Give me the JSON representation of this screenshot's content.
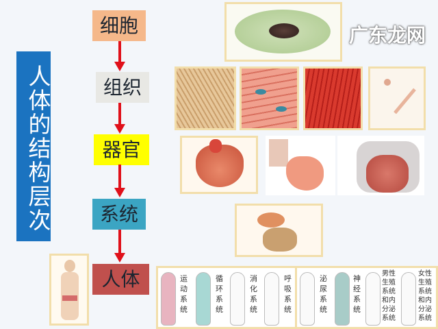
{
  "title": "人体的结构层次",
  "levels": [
    "细胞",
    "组织",
    "器官",
    "系统",
    "人体"
  ],
  "level_colors": [
    "#f5b88a",
    "#e8e8e4",
    "#ffff00",
    "#3ba5c3",
    "#c0504d"
  ],
  "arrow_color": "#e0101a",
  "title_bg": "#1b73c0",
  "systems": [
    "运动系统",
    "循环系统",
    "消化系统",
    "呼吸系统",
    "泌尿系统",
    "神经系统",
    "男性生殖系统和内分泌系统",
    "女性生殖系统和内分泌系统"
  ],
  "watermark": "广东龙网"
}
